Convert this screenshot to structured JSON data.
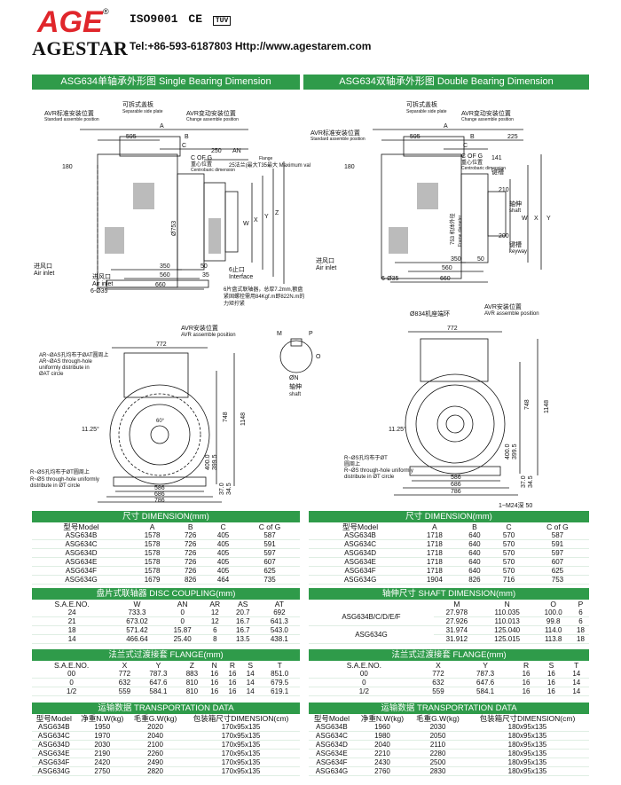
{
  "brand": {
    "name": "AGESTAR",
    "logo_letters": "AGE",
    "registered": "®"
  },
  "cert": {
    "iso": "ISO9001",
    "ce": "CE",
    "tuv": "TÜV"
  },
  "contact": "Tel:+86-593-6187803  Http://www.agestarem.com",
  "sections": {
    "single": "ASG634单轴承外形图 Single Bearing Dimension",
    "double": "ASG634双轴承外形图 Double Bearing Dimension"
  },
  "single_drawing": {
    "sep_plate": "可拆式盖板",
    "sep_plate_en": "Separable side plate",
    "avr_std": "AVR标准安装位置",
    "avr_std_en": "Standard assemble position",
    "avr_chg": "AVR变动安装位置",
    "avr_chg_en": "Change assemble position",
    "dim_595": "595",
    "dim_A": "A",
    "dim_B": "B",
    "dim_C": "C",
    "dim_250": "250",
    "dim_AN": "AN",
    "cofg": "C OF G",
    "cofg_cn": "重心位置",
    "cofg_en": "Centrobaric dimension",
    "flange_note": "25法兰(最大T35最大 Maximum value",
    "flange_en": "Flange",
    "dim_180": "180",
    "dim_753": "Ø753",
    "dim_W": "W",
    "dim_X": "X",
    "dim_Y": "Y",
    "dim_Z": "Z",
    "air_inlet_cn": "进风口",
    "air_inlet_en": "Air inlet",
    "dim_350": "350",
    "dim_50": "50",
    "dim_560": "560",
    "dim_35": "35",
    "dim_660": "660",
    "holes": "6-Ø35",
    "interface_cn": "6止口",
    "interface_en": "Interface",
    "coupling_note1": "6片盘式联轴器，总厚7.2mm,额盘",
    "coupling_note2": "紧固螺栓需用84Kgf.m即822N.m的",
    "coupling_note3": "力矩拧紧"
  },
  "double_drawing": {
    "sep_plate": "可拆式盖板",
    "sep_plate_en": "Separable side plate",
    "avr_std": "AVR标准安装位置",
    "avr_std_en": "Standard assemble position",
    "avr_chg": "AVR变动安装位置",
    "avr_chg_en": "Change assemble position",
    "dim_595": "595",
    "dim_A": "A",
    "dim_B": "B",
    "dim_225": "225",
    "dim_C": "C",
    "cofg": "C OF G",
    "cofg_cn": "重心位置",
    "cofg_en": "Centrobaric dimension",
    "dim_141": "141",
    "keyslot_cn": "键槽",
    "keyway": "keyway",
    "shaft_cn": "轴伸",
    "shaft_en": "shaft",
    "dim_210": "210",
    "dim_200": "200",
    "frame_dia": "753 机体外径",
    "frame_dia_en": "Frame diameter",
    "dim_180": "180",
    "dim_W": "W",
    "dim_X": "X",
    "dim_Y": "Y",
    "air_inlet_cn": "进风口",
    "air_inlet_en": "Air inlet",
    "dim_350": "350",
    "dim_50": "50",
    "dim_560": "560",
    "dim_660": "660",
    "holes": "6-Ø35"
  },
  "front_single": {
    "avr_cn": "AVR安装位置",
    "avr_en": "AVR assemble position",
    "dim_772": "772",
    "holes_cn": "AR~ØAS孔均布于ØAT圆周上",
    "holes_en1": "AR~ØAS through-hole",
    "holes_en2": "uniformly distribute in",
    "holes_en3": "ØAT circle",
    "angle": "11.25°",
    "angle60": "60°",
    "dim_748": "748",
    "dim_1148": "1148",
    "dim_400": "400.0",
    "dim_3995": "399.5",
    "dim_370": "37.0",
    "dim_345": "34.5",
    "holes2_cn": "R~ØS孔均布于ØT圆周上",
    "holes2_en1": "R~ØS through-hole uniformly",
    "holes2_en2": "distribute in ØT circle",
    "dim_586": "586",
    "dim_686": "686",
    "dim_786": "786"
  },
  "shaft_detail": {
    "M": "M",
    "P": "P",
    "N": "ØN",
    "O": "O",
    "label_cn": "轴伸",
    "label_en": "shaft"
  },
  "front_double": {
    "ring_cn": "Ø834机座端环",
    "avr_cn": "AVR安装位置",
    "avr_en": "AVR assemble position",
    "dim_772": "772",
    "angle": "11.25°",
    "dim_748": "748",
    "dim_1148": "1148",
    "dim_400": "400.0",
    "dim_3995": "399.5",
    "dim_370": "37.0",
    "dim_345": "34.5",
    "holes_cn": "R~ØS孔均布于ØT",
    "holes_cn2": "圆周上",
    "holes_en1": "R~ØS through-hole uniformly",
    "holes_en2": "distribute in ØT circle",
    "dim_586": "586",
    "dim_686": "686",
    "dim_786": "786",
    "bolt": "1~M24深 50"
  },
  "tables": {
    "dim_single": {
      "caption": "尺寸 DIMENSION(mm)",
      "headers": [
        "型号Model",
        "A",
        "B",
        "C",
        "C of G"
      ],
      "rows": [
        [
          "ASG634B",
          "1578",
          "726",
          "405",
          "587"
        ],
        [
          "ASG634C",
          "1578",
          "726",
          "405",
          "591"
        ],
        [
          "ASG634D",
          "1578",
          "726",
          "405",
          "597"
        ],
        [
          "ASG634E",
          "1578",
          "726",
          "405",
          "607"
        ],
        [
          "ASG634F",
          "1578",
          "726",
          "405",
          "625"
        ],
        [
          "ASG634G",
          "1679",
          "826",
          "464",
          "735"
        ]
      ]
    },
    "dim_double": {
      "caption": "尺寸 DIMENSION(mm)",
      "headers": [
        "型号Model",
        "A",
        "B",
        "C",
        "C of G"
      ],
      "rows": [
        [
          "ASG634B",
          "1718",
          "640",
          "570",
          "587"
        ],
        [
          "ASG634C",
          "1718",
          "640",
          "570",
          "591"
        ],
        [
          "ASG634D",
          "1718",
          "640",
          "570",
          "597"
        ],
        [
          "ASG634E",
          "1718",
          "640",
          "570",
          "607"
        ],
        [
          "ASG634F",
          "1718",
          "640",
          "570",
          "625"
        ],
        [
          "ASG634G",
          "1904",
          "826",
          "716",
          "753"
        ]
      ]
    },
    "coupling": {
      "caption": "盘片式联轴器 DISC COUPLING(mm)",
      "headers": [
        "S.A.E.NO.",
        "W",
        "AN",
        "AR",
        "AS",
        "AT"
      ],
      "rows": [
        [
          "24",
          "733.3",
          "0",
          "12",
          "20.7",
          "692"
        ],
        [
          "21",
          "673.02",
          "0",
          "12",
          "16.7",
          "641.3"
        ],
        [
          "18",
          "571.42",
          "15.87",
          "6",
          "16.7",
          "543.0"
        ],
        [
          "14",
          "466.64",
          "25.40",
          "8",
          "13.5",
          "438.1"
        ]
      ]
    },
    "shaft": {
      "caption": "轴伸尺寸 SHAFT DIMENSION(mm)",
      "headers": [
        "",
        "M",
        "N",
        "O",
        "P"
      ],
      "model1": "ASG634B/C/D/E/F",
      "model2": "ASG634G",
      "rows": [
        [
          "27.978",
          "110.035",
          "100.0",
          "6"
        ],
        [
          "27.926",
          "110.013",
          "99.8",
          "6"
        ],
        [
          "31.974",
          "125.040",
          "114.0",
          "18"
        ],
        [
          "31.912",
          "125.015",
          "113.8",
          "18"
        ]
      ]
    },
    "flange_single": {
      "caption": "法兰式过渡接套 FLANGE(mm)",
      "headers": [
        "S.A.E.NO.",
        "X",
        "Y",
        "Z",
        "N",
        "R",
        "S",
        "T"
      ],
      "rows": [
        [
          "00",
          "772",
          "787.3",
          "883",
          "16",
          "16",
          "14",
          "851.0"
        ],
        [
          "0",
          "632",
          "647.6",
          "810",
          "16",
          "16",
          "14",
          "679.5"
        ],
        [
          "1/2",
          "559",
          "584.1",
          "810",
          "16",
          "16",
          "14",
          "619.1"
        ]
      ]
    },
    "flange_double": {
      "caption": "法兰式过渡接套 FLANGE(mm)",
      "headers": [
        "S.A.E.NO.",
        "X",
        "Y",
        "R",
        "S",
        "T"
      ],
      "rows": [
        [
          "00",
          "772",
          "787.3",
          "16",
          "16",
          "14"
        ],
        [
          "0",
          "632",
          "647.6",
          "16",
          "16",
          "14"
        ],
        [
          "1/2",
          "559",
          "584.1",
          "16",
          "16",
          "14"
        ]
      ]
    },
    "transport_single": {
      "caption": "运输数据 TRANSPORTATION DATA",
      "headers": [
        "型号Model",
        "净重N.W(kg)",
        "毛重G.W(kg)",
        "包装箱尺寸DIMENSION(cm)"
      ],
      "rows": [
        [
          "ASG634B",
          "1950",
          "2020",
          "170x95x135"
        ],
        [
          "ASG634C",
          "1970",
          "2040",
          "170x95x135"
        ],
        [
          "ASG634D",
          "2030",
          "2100",
          "170x95x135"
        ],
        [
          "ASG634E",
          "2190",
          "2260",
          "170x95x135"
        ],
        [
          "ASG634F",
          "2420",
          "2490",
          "170x95x135"
        ],
        [
          "ASG634G",
          "2750",
          "2820",
          "170x95x135"
        ]
      ]
    },
    "transport_double": {
      "caption": "运输数据 TRANSPORTATION DATA",
      "headers": [
        "型号Model",
        "净重N.W(kg)",
        "毛重G.W(kg)",
        "包装箱尺寸DIMENSION(cm)"
      ],
      "rows": [
        [
          "ASG634B",
          "1960",
          "2030",
          "180x95x135"
        ],
        [
          "ASG634C",
          "1980",
          "2050",
          "180x95x135"
        ],
        [
          "ASG634D",
          "2040",
          "2110",
          "180x95x135"
        ],
        [
          "ASG634E",
          "2210",
          "2280",
          "180x95x135"
        ],
        [
          "ASG634F",
          "2430",
          "2500",
          "180x95x135"
        ],
        [
          "ASG634G",
          "2760",
          "2830",
          "180x95x135"
        ]
      ]
    }
  },
  "colors": {
    "accent": "#2f9b4a",
    "logo_red": "#e0262b"
  }
}
